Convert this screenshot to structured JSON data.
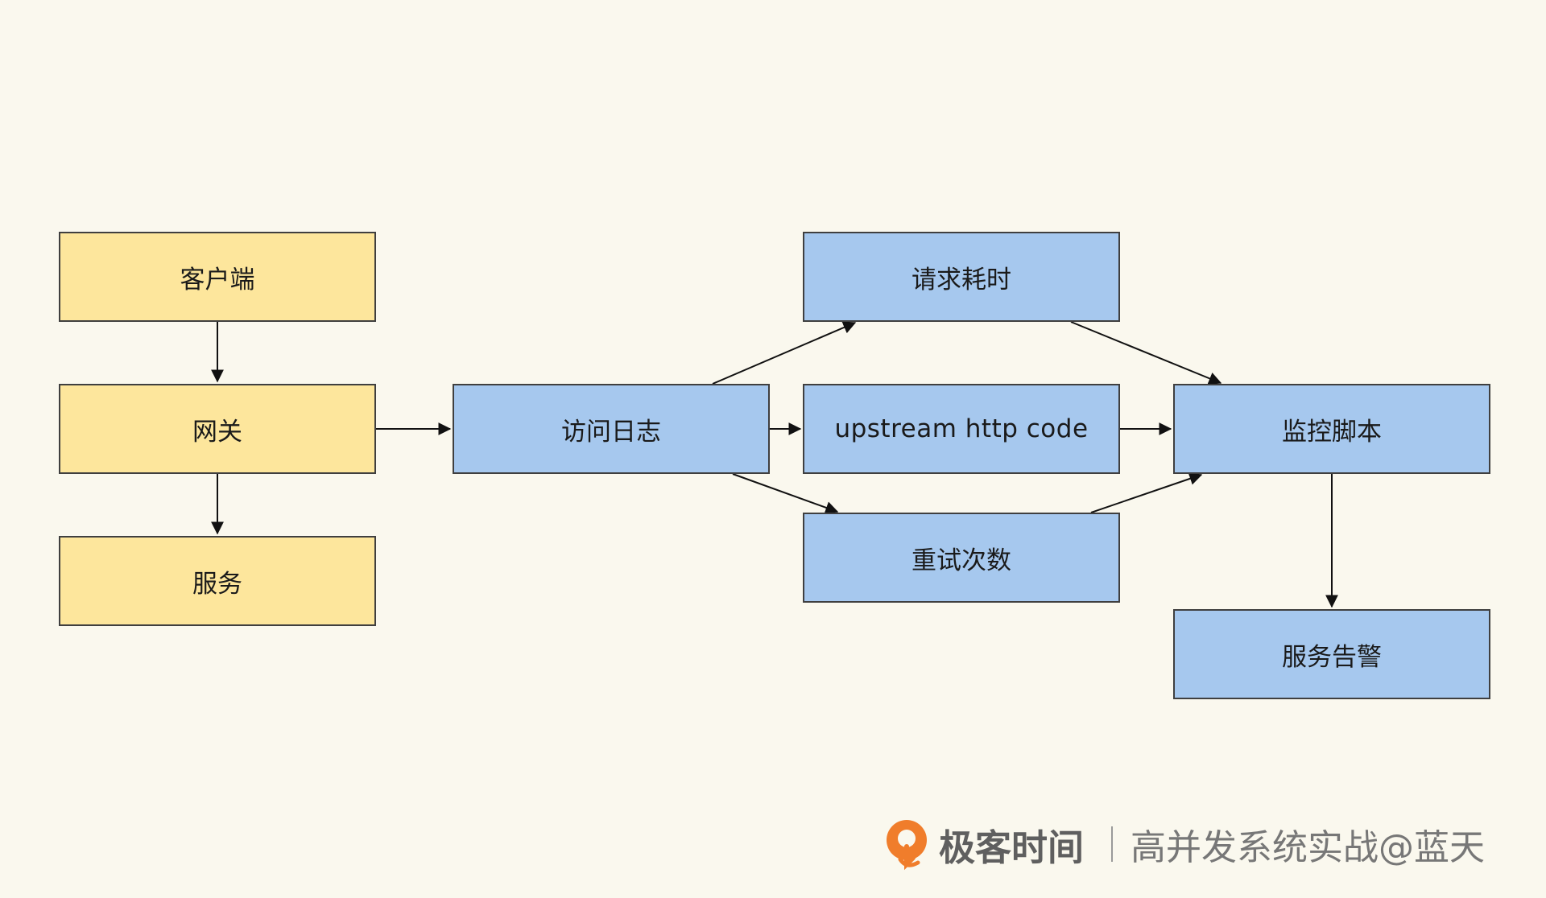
{
  "nodes": {
    "client": "客户端",
    "gateway": "网关",
    "service": "服务",
    "access_log": "访问日志",
    "latency": "请求耗时",
    "upstream_code": "upstream http code",
    "retry_count": "重试次数",
    "monitor_script": "监控脚本",
    "service_alarm": "服务告警"
  },
  "colors": {
    "background": "#faf8ee",
    "yellow_node": "#fde69c",
    "blue_node": "#a6c8ee",
    "border": "#3f3f3f",
    "logo_orange": "#f07d2b"
  },
  "watermark": {
    "brand": "极客时间",
    "course": "高并发系统实战@蓝天"
  }
}
